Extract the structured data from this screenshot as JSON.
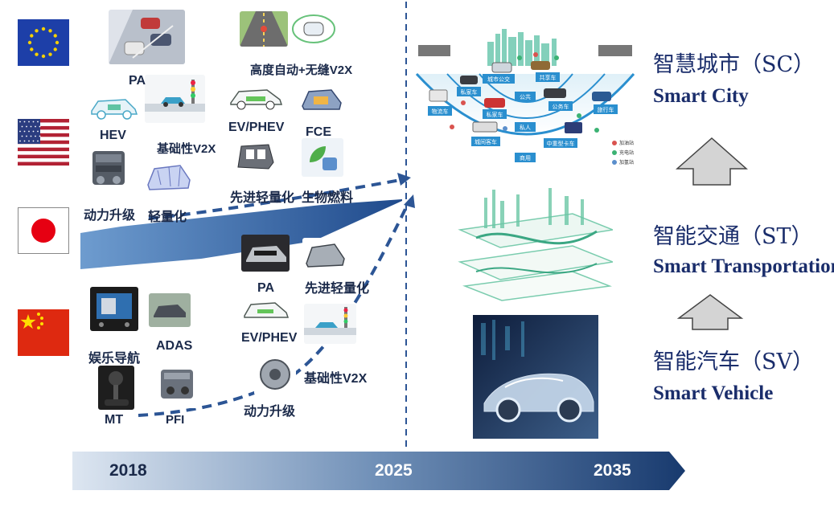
{
  "flags": [
    {
      "name": "eu-flag",
      "country": "EU"
    },
    {
      "name": "us-flag",
      "country": "US"
    },
    {
      "name": "japan-flag",
      "country": "Japan"
    },
    {
      "name": "china-flag",
      "country": "China"
    }
  ],
  "upper_labels": {
    "pa": "PA",
    "hev": "HEV",
    "basic_v2x": "基础性V2X",
    "powertrain": "动力升级",
    "lightweight": "轻量化",
    "high_auto": "高度自动+无缝V2X",
    "ev_phev": "EV/PHEV",
    "fce": "FCE",
    "adv_lightweight": "先进轻量化",
    "biofuel": "生物燃料"
  },
  "lower_labels": {
    "infotainment": "娱乐导航",
    "adas": "ADAS",
    "mt": "MT",
    "pfi": "PFI",
    "pa": "PA",
    "adv_lightweight": "先进轻量化",
    "ev_phev": "EV/PHEV",
    "basic_v2x": "基础性V2X",
    "powertrain": "动力升级"
  },
  "city_map_labels": {
    "city_bus": "城市公交",
    "shared_car": "共享车",
    "private_car_1": "私家车",
    "private_car_2": "私家车",
    "public": "公共",
    "logistics": "物流车",
    "bus": "公务车",
    "tour": "旅行车",
    "private": "私人",
    "city_shuttle": "城间客车",
    "heavy_truck": "中重型卡车",
    "commercial": "商用",
    "legend_fuel": "加油站",
    "legend_charge": "充电站",
    "legend_hydrogen": "加氢站"
  },
  "right_panel": {
    "sc_zh": "智慧城市（SC）",
    "sc_en": "Smart City",
    "st_zh": "智能交通（ST）",
    "st_en": "Smart Transportation",
    "sv_zh": "智能汽车（SV）",
    "sv_en": "Smart Vehicle"
  },
  "timeline": {
    "years": [
      "2018",
      "2025",
      "2035"
    ]
  },
  "colors": {
    "dark_blue": "#1f3f73",
    "mid_blue": "#3f6fae",
    "light_blue": "#9fc0e0",
    "navy_text": "#1a2d6b",
    "arrow_gray": "#c9c9c9"
  }
}
